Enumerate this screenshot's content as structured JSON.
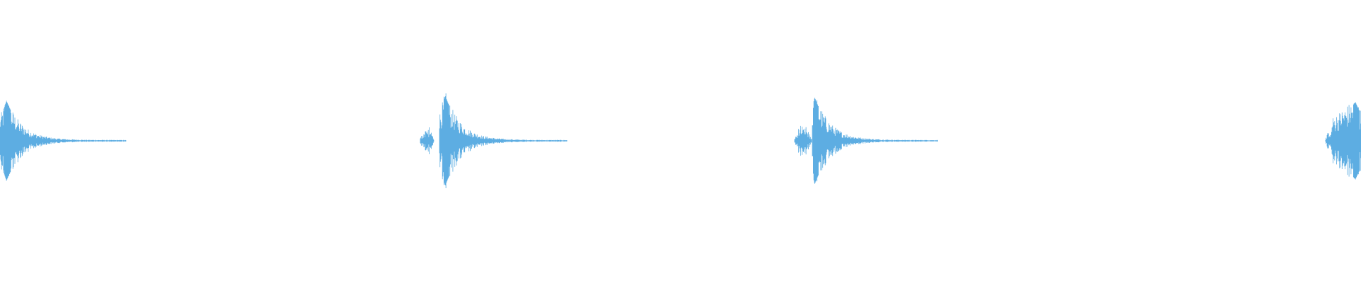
{
  "waveform": {
    "color": "#5dade2",
    "background": "#ffffff",
    "clips": [
      {
        "id": "clip-1",
        "has_pre_transient": false,
        "cut_off_at_edge": "left"
      },
      {
        "id": "clip-2",
        "has_pre_transient": true,
        "cut_off_at_edge": "none"
      },
      {
        "id": "clip-3",
        "has_pre_transient": true,
        "cut_off_at_edge": "none"
      },
      {
        "id": "clip-4",
        "has_pre_transient": true,
        "cut_off_at_edge": "right"
      }
    ]
  }
}
